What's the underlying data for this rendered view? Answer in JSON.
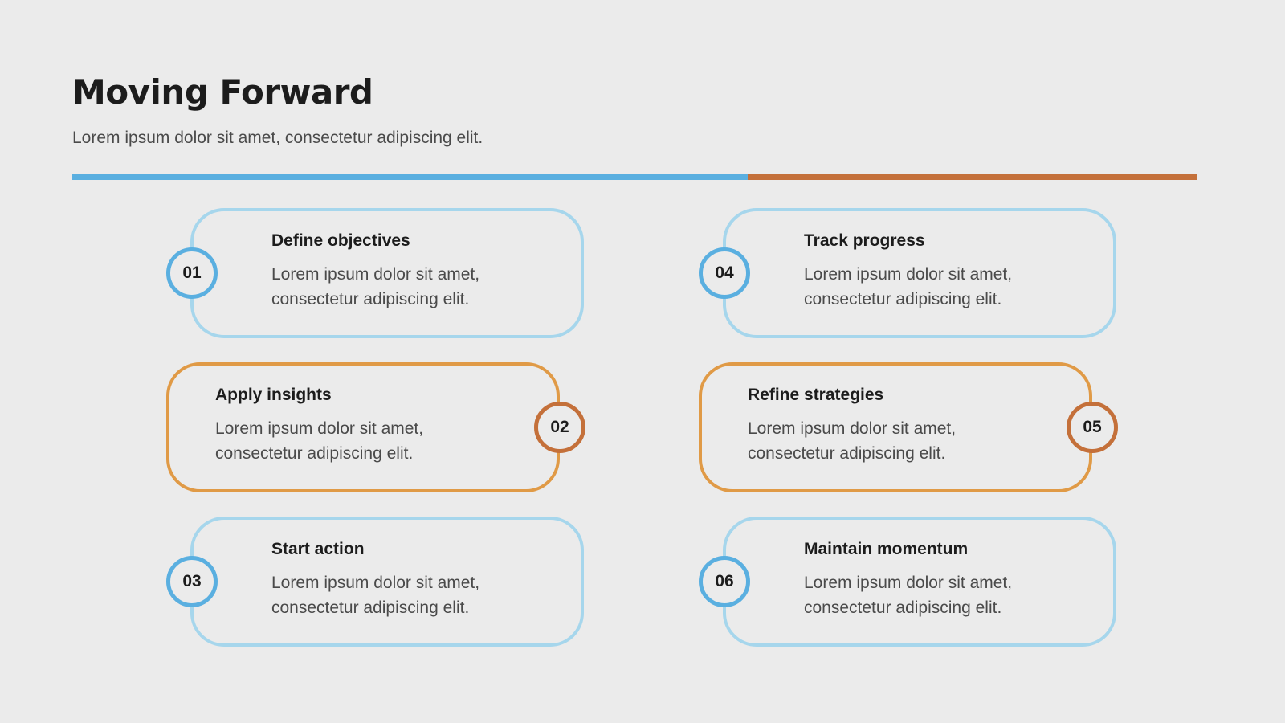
{
  "header": {
    "title": "Moving Forward",
    "subtitle": "Lorem ipsum dolor sit amet, consectetur adipiscing elit."
  },
  "colors": {
    "background": "#ebebeb",
    "blue_line": "#5aafe0",
    "orange_line": "#c4703a",
    "card_blue_border": "#a6d6ec",
    "card_orange_border": "#e09a46",
    "badge_blue": "#5aafe0",
    "badge_orange": "#c4703a"
  },
  "steps": [
    {
      "number": "01",
      "heading": "Define objectives",
      "text": "Lorem ipsum dolor sit amet, consectetur adipiscing elit."
    },
    {
      "number": "02",
      "heading": "Apply insights",
      "text": "Lorem ipsum dolor sit amet, consectetur adipiscing elit."
    },
    {
      "number": "03",
      "heading": "Start action",
      "text": "Lorem ipsum dolor sit amet, consectetur adipiscing elit."
    },
    {
      "number": "04",
      "heading": "Track progress",
      "text": "Lorem ipsum dolor sit amet, consectetur adipiscing elit."
    },
    {
      "number": "05",
      "heading": "Refine strategies",
      "text": "Lorem ipsum dolor sit amet, consectetur adipiscing elit."
    },
    {
      "number": "06",
      "heading": "Maintain momentum",
      "text": "Lorem ipsum dolor sit amet, consectetur adipiscing elit."
    }
  ]
}
